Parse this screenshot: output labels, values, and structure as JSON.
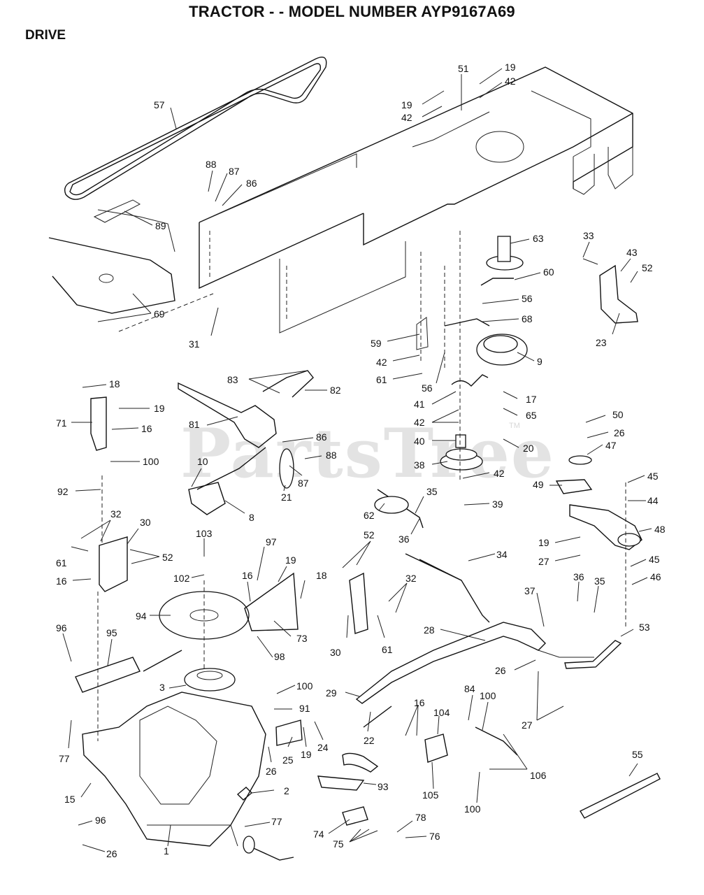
{
  "title": "TRACTOR - - MODEL NUMBER AYP9167A69",
  "section": "DRIVE",
  "watermark": "PartsTree",
  "watermark_tm": "TM",
  "part_labels": [
    {
      "id": "p57",
      "text": "57"
    },
    {
      "id": "p51",
      "text": "51"
    },
    {
      "id": "p19a",
      "text": "19"
    },
    {
      "id": "p42a",
      "text": "42"
    },
    {
      "id": "p19b",
      "text": "19"
    },
    {
      "id": "p42b",
      "text": "42"
    },
    {
      "id": "p88a",
      "text": "88"
    },
    {
      "id": "p87a",
      "text": "87"
    },
    {
      "id": "p86a",
      "text": "86"
    },
    {
      "id": "p89",
      "text": "89"
    },
    {
      "id": "p63",
      "text": "63"
    },
    {
      "id": "p33",
      "text": "33"
    },
    {
      "id": "p43",
      "text": "43"
    },
    {
      "id": "p52a",
      "text": "52"
    },
    {
      "id": "p60",
      "text": "60"
    },
    {
      "id": "p69",
      "text": "69"
    },
    {
      "id": "p56a",
      "text": "56"
    },
    {
      "id": "p68",
      "text": "68"
    },
    {
      "id": "p31",
      "text": "31"
    },
    {
      "id": "p59",
      "text": "59"
    },
    {
      "id": "p23",
      "text": "23"
    },
    {
      "id": "p42c",
      "text": "42"
    },
    {
      "id": "p9",
      "text": "9"
    },
    {
      "id": "p61a",
      "text": "61"
    },
    {
      "id": "p56b",
      "text": "56"
    },
    {
      "id": "p18a",
      "text": "18"
    },
    {
      "id": "p83",
      "text": "83"
    },
    {
      "id": "p82",
      "text": "82"
    },
    {
      "id": "p17",
      "text": "17"
    },
    {
      "id": "p41",
      "text": "41"
    },
    {
      "id": "p19c",
      "text": "19"
    },
    {
      "id": "p65",
      "text": "65"
    },
    {
      "id": "p71",
      "text": "71"
    },
    {
      "id": "p50",
      "text": "50"
    },
    {
      "id": "p42d",
      "text": "42"
    },
    {
      "id": "p16a",
      "text": "16"
    },
    {
      "id": "p81",
      "text": "81"
    },
    {
      "id": "p26a",
      "text": "26"
    },
    {
      "id": "p86b",
      "text": "86"
    },
    {
      "id": "p40",
      "text": "40"
    },
    {
      "id": "p20",
      "text": "20"
    },
    {
      "id": "p47",
      "text": "47"
    },
    {
      "id": "p88b",
      "text": "88"
    },
    {
      "id": "p100a",
      "text": "100"
    },
    {
      "id": "p10",
      "text": "10"
    },
    {
      "id": "p38",
      "text": "38"
    },
    {
      "id": "p87b",
      "text": "87"
    },
    {
      "id": "p42e",
      "text": "42"
    },
    {
      "id": "p45a",
      "text": "45"
    },
    {
      "id": "p49",
      "text": "49"
    },
    {
      "id": "p92",
      "text": "92"
    },
    {
      "id": "p35a",
      "text": "35"
    },
    {
      "id": "p21",
      "text": "21"
    },
    {
      "id": "p44",
      "text": "44"
    },
    {
      "id": "p39",
      "text": "39"
    },
    {
      "id": "p32a",
      "text": "32"
    },
    {
      "id": "p8",
      "text": "8"
    },
    {
      "id": "p62",
      "text": "62"
    },
    {
      "id": "p48",
      "text": "48"
    },
    {
      "id": "p30a",
      "text": "30"
    },
    {
      "id": "p103",
      "text": "103"
    },
    {
      "id": "p97",
      "text": "97"
    },
    {
      "id": "p36a",
      "text": "36"
    },
    {
      "id": "p52b",
      "text": "52"
    },
    {
      "id": "p61b",
      "text": "61"
    },
    {
      "id": "p34",
      "text": "34"
    },
    {
      "id": "p19d",
      "text": "19"
    },
    {
      "id": "p19e",
      "text": "19"
    },
    {
      "id": "p27a",
      "text": "27"
    },
    {
      "id": "p45b",
      "text": "45"
    },
    {
      "id": "p52c",
      "text": "52"
    },
    {
      "id": "p102",
      "text": "102"
    },
    {
      "id": "p16b",
      "text": "16"
    },
    {
      "id": "p18b",
      "text": "18"
    },
    {
      "id": "p46",
      "text": "46"
    },
    {
      "id": "p32b",
      "text": "32"
    },
    {
      "id": "p16c",
      "text": "16"
    },
    {
      "id": "p36b",
      "text": "36"
    },
    {
      "id": "p35b",
      "text": "35"
    },
    {
      "id": "p37",
      "text": "37"
    },
    {
      "id": "p94",
      "text": "94"
    },
    {
      "id": "p73",
      "text": "73"
    },
    {
      "id": "p96a",
      "text": "96"
    },
    {
      "id": "p53",
      "text": "53"
    },
    {
      "id": "p95",
      "text": "95"
    },
    {
      "id": "p28",
      "text": "28"
    },
    {
      "id": "p30b",
      "text": "30"
    },
    {
      "id": "p61c",
      "text": "61"
    },
    {
      "id": "p98",
      "text": "98"
    },
    {
      "id": "p26b",
      "text": "26"
    },
    {
      "id": "p3",
      "text": "3"
    },
    {
      "id": "p100b",
      "text": "100"
    },
    {
      "id": "p29",
      "text": "29"
    },
    {
      "id": "p84",
      "text": "84"
    },
    {
      "id": "p100c",
      "text": "100"
    },
    {
      "id": "p27b",
      "text": "27"
    },
    {
      "id": "p91",
      "text": "91"
    },
    {
      "id": "p16d",
      "text": "16"
    },
    {
      "id": "p104",
      "text": "104"
    },
    {
      "id": "p22",
      "text": "22"
    },
    {
      "id": "p77a",
      "text": "77"
    },
    {
      "id": "p25",
      "text": "25"
    },
    {
      "id": "p24",
      "text": "24"
    },
    {
      "id": "p19f",
      "text": "19"
    },
    {
      "id": "p26c",
      "text": "26"
    },
    {
      "id": "p55",
      "text": "55"
    },
    {
      "id": "p106",
      "text": "106"
    },
    {
      "id": "p93",
      "text": "93"
    },
    {
      "id": "p15",
      "text": "15"
    },
    {
      "id": "p2",
      "text": "2"
    },
    {
      "id": "p105",
      "text": "105"
    },
    {
      "id": "p100d",
      "text": "100"
    },
    {
      "id": "p96b",
      "text": "96"
    },
    {
      "id": "p77b",
      "text": "77"
    },
    {
      "id": "p78",
      "text": "78"
    },
    {
      "id": "p74",
      "text": "74"
    },
    {
      "id": "p76",
      "text": "76"
    },
    {
      "id": "p75",
      "text": "75"
    },
    {
      "id": "p26d",
      "text": "26"
    },
    {
      "id": "p1",
      "text": "1"
    }
  ]
}
